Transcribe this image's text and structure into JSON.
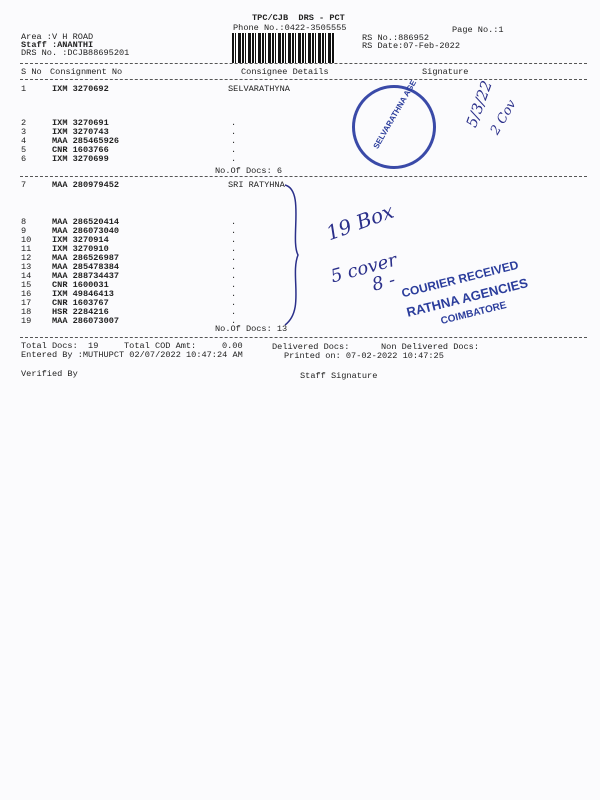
{
  "header": {
    "title": "TPC/CJB  DRS - PCT",
    "phone": "Phone No.:0422-3505555",
    "page_no": "Page No.:1",
    "area": "Area :V H ROAD",
    "staff": "Staff :ANANTHI",
    "drs_no": "DRS No. :DCJB88695201",
    "rs_no": "RS No.:886952",
    "rs_date": "RS Date:07-Feb-2022"
  },
  "columns": {
    "sno": "S No",
    "consignment": "Consignment No",
    "consignee": "Consignee Details",
    "signature": "Signature"
  },
  "group1": {
    "rows": [
      {
        "sno": "1",
        "cn": "IXM 3270692",
        "consignee": "SELVARATHYNA"
      },
      {
        "sno": "2",
        "cn": "IXM 3270691",
        "consignee": "."
      },
      {
        "sno": "3",
        "cn": "IXM 3270743",
        "consignee": "."
      },
      {
        "sno": "4",
        "cn": "MAA 285465926",
        "consignee": "."
      },
      {
        "sno": "5",
        "cn": "CNR 1603766",
        "consignee": "."
      },
      {
        "sno": "6",
        "cn": "IXM 3270699",
        "consignee": "."
      }
    ],
    "docs": "No.Of Docs: 6"
  },
  "group2": {
    "rows": [
      {
        "sno": "7",
        "cn": "MAA 280979452",
        "consignee": "SRI RATYHNA"
      },
      {
        "sno": "8",
        "cn": "MAA 286520414",
        "consignee": "."
      },
      {
        "sno": "9",
        "cn": "MAA 286073040",
        "consignee": "."
      },
      {
        "sno": "10",
        "cn": "IXM 3270914",
        "consignee": "."
      },
      {
        "sno": "11",
        "cn": "IXM 3270910",
        "consignee": "."
      },
      {
        "sno": "12",
        "cn": "MAA 286526987",
        "consignee": "."
      },
      {
        "sno": "13",
        "cn": "MAA 285478384",
        "consignee": "."
      },
      {
        "sno": "14",
        "cn": "MAA 288734437",
        "consignee": "."
      },
      {
        "sno": "15",
        "cn": "CNR 1600031",
        "consignee": "."
      },
      {
        "sno": "16",
        "cn": "IXM 49846413",
        "consignee": "."
      },
      {
        "sno": "17",
        "cn": "CNR 1603767",
        "consignee": "."
      },
      {
        "sno": "18",
        "cn": "HSR 2284216",
        "consignee": "."
      },
      {
        "sno": "19",
        "cn": "MAA 286073007",
        "consignee": "."
      }
    ],
    "docs": "No.Of Docs: 13"
  },
  "footer": {
    "total_docs": "Total Docs:  19",
    "cod": "Total COD Amt:     0.00",
    "delivered": "Delivered Docs:",
    "non_delivered": "Non Delivered Docs:",
    "entered_by": "Entered By :MUTHUPCT 02/07/2022 10:47:24 AM",
    "printed_on": "Printed on: 07-02-2022 10:47:25",
    "verified_by": "Verified By",
    "staff_signature": "Staff Signature"
  },
  "handwriting": {
    "sig1": "5/3/22",
    "sig1b": "2 Cov",
    "boxes": "19 Box",
    "covers": "5 cover",
    "eight": "8 -"
  },
  "stamps": {
    "circle": "SELVARATHNA AGE",
    "courier": "COURIER RECEIVED",
    "agency": "RATHNA AGENCIES",
    "city": "COIMBATORE"
  }
}
